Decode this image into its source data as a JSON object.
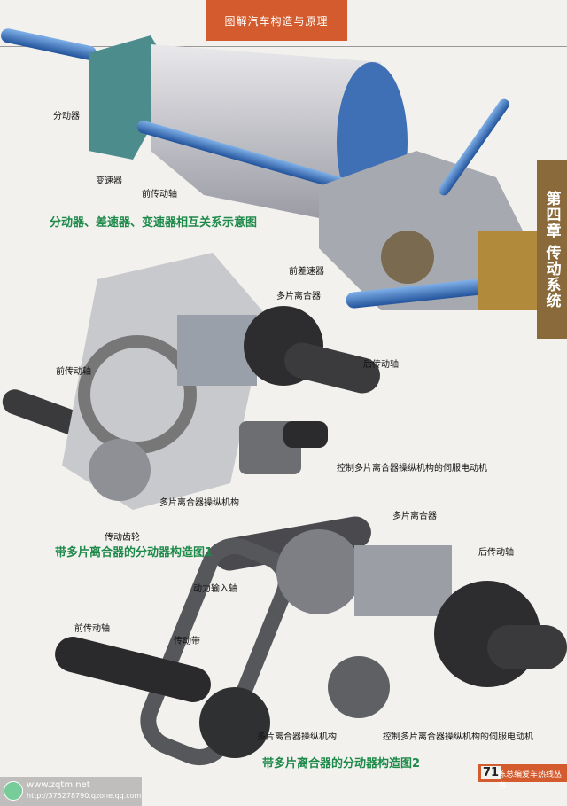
{
  "header": {
    "book_title": "图解汽车构造与原理"
  },
  "chapter": {
    "tab_label": "第四章 传动系统"
  },
  "figure1": {
    "caption": "分动器、差速器、变速器相互关系示意图",
    "labels": {
      "transfer_case": "分动器",
      "gearbox": "变速器",
      "front_drive_shaft": "前传动轴",
      "front_differential": "前差速器"
    }
  },
  "figure2": {
    "caption": "带多片离合器的分动器构造图1",
    "labels": {
      "multi_plate_clutch": "多片离合器",
      "rear_drive_shaft": "后传动轴",
      "front_drive_shaft": "前传动轴",
      "servo_motor": "控制多片离合器操纵机构的伺服电动机",
      "clutch_mechanism": "多片离合器操纵机构",
      "drive_gear": "传动齿轮"
    }
  },
  "figure3": {
    "caption": "带多片离合器的分动器构造图2",
    "labels": {
      "multi_plate_clutch": "多片离合器",
      "rear_drive_shaft": "后传动轴",
      "power_input_shaft": "动力输入轴",
      "front_drive_shaft": "前传动轴",
      "drive_belt": "传动带",
      "clutch_mechanism": "多片离合器操纵机构",
      "servo_motor": "控制多片离合器操纵机构的伺服电动机"
    }
  },
  "footer": {
    "page_number": "71",
    "series_name": "陈总编爱车热线丛书"
  },
  "watermark": {
    "url": "www.zqtm.net",
    "url2": "http://375278790.qzone.qq.com"
  },
  "colors": {
    "accent": "#d35b2e",
    "caption_green": "#1e8a4a",
    "chapter_brown": "#8a6a3a"
  }
}
